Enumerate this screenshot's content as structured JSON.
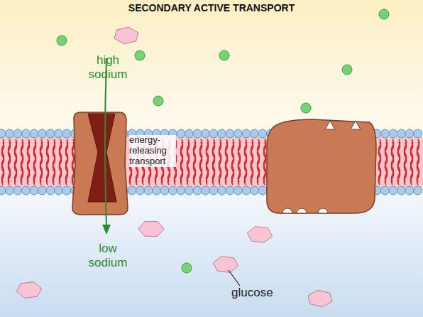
{
  "diagram": {
    "title": "SECONDARY ACTIVE TRANSPORT",
    "labels": [
      "high sodium",
      "energy-releasing transport",
      "low sodium",
      "glucose"
    ]
  }
}
